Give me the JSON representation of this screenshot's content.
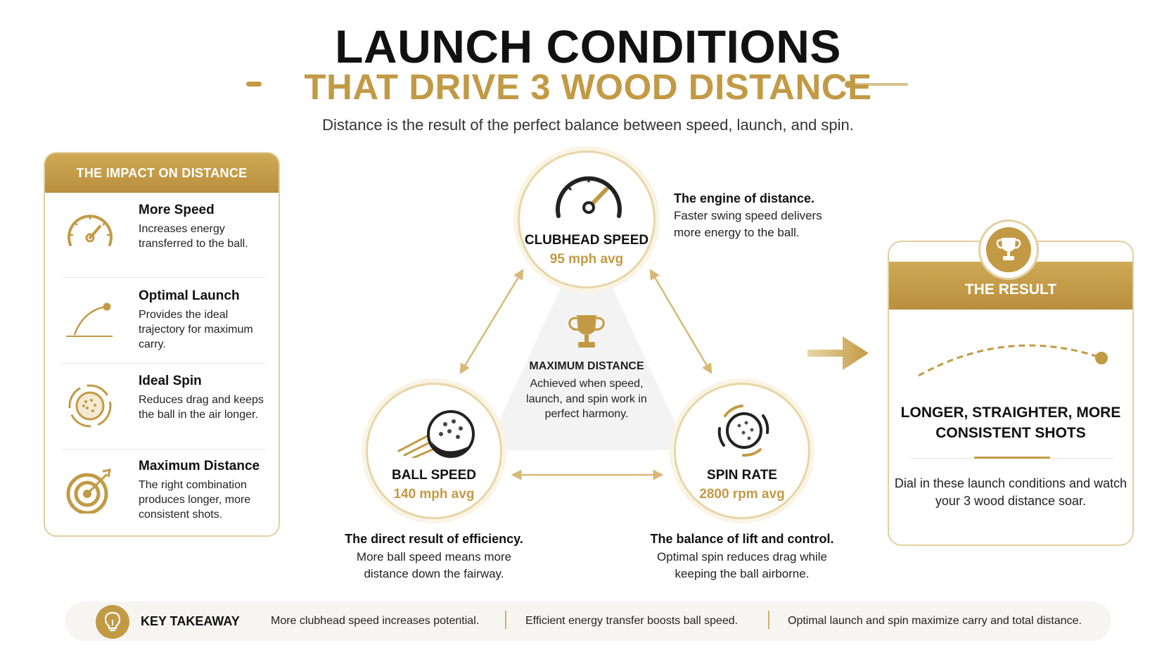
{
  "header": {
    "title_line1": "LAUNCH CONDITIONS",
    "title_line2": "THAT DRIVE 3 WOOD DISTANCE",
    "subtitle": "Distance is the result of the perfect balance between speed, launch, and spin."
  },
  "impact_panel": {
    "title": "THE IMPACT ON DISTANCE",
    "items": [
      {
        "title": "More Speed",
        "description": "Increases energy transferred to the ball.",
        "icon": "speedometer-icon"
      },
      {
        "title": "Optimal Launch",
        "description": "Provides the ideal trajectory for maximum carry.",
        "icon": "launch-trajectory-icon"
      },
      {
        "title": "Ideal Spin",
        "description": "Reduces drag and keeps the ball in the air longer.",
        "icon": "spin-ball-icon"
      },
      {
        "title": "Maximum Distance",
        "description": "The right combination produces longer, more consistent shots.",
        "icon": "target-icon"
      }
    ]
  },
  "triangle": {
    "center": {
      "title": "MAXIMUM DISTANCE",
      "description": "Achieved when speed, launch, and spin work in perfect harmony.",
      "icon": "trophy-icon"
    },
    "clubhead": {
      "label": "CLUBHEAD SPEED",
      "value": "95 mph avg",
      "note_title": "The engine of distance.",
      "note_text": "Faster swing speed delivers more energy to the ball.",
      "icon": "speedometer-icon"
    },
    "ball_speed": {
      "label": "BALL SPEED",
      "value": "140 mph avg",
      "note_title": "The direct result of efficiency.",
      "note_text": "More ball speed means more distance down the fairway.",
      "icon": "golf-ball-motion-icon"
    },
    "spin_rate": {
      "label": "SPIN RATE",
      "value": "2800 rpm avg",
      "note_title": "The balance of lift and control.",
      "note_text": "Optimal spin reduces drag while keeping the ball airborne.",
      "icon": "spinning-golf-ball-icon"
    }
  },
  "result": {
    "header": "THE RESULT",
    "title": "LONGER, STRAIGHTER, MORE CONSISTENT SHOTS",
    "description": "Dial in these launch conditions and watch your 3 wood distance soar.",
    "icon": "trophy-icon"
  },
  "takeaway": {
    "label": "KEY TAKEAWAY",
    "points": [
      "More clubhead speed increases potential.",
      "Efficient energy transfer boosts ball speed.",
      "Optimal launch and spin maximize carry and total distance."
    ],
    "icon": "lightbulb-icon"
  },
  "colors": {
    "gold": "#c29a45",
    "dark": "#111111",
    "light_gold": "#e9d5a6"
  }
}
